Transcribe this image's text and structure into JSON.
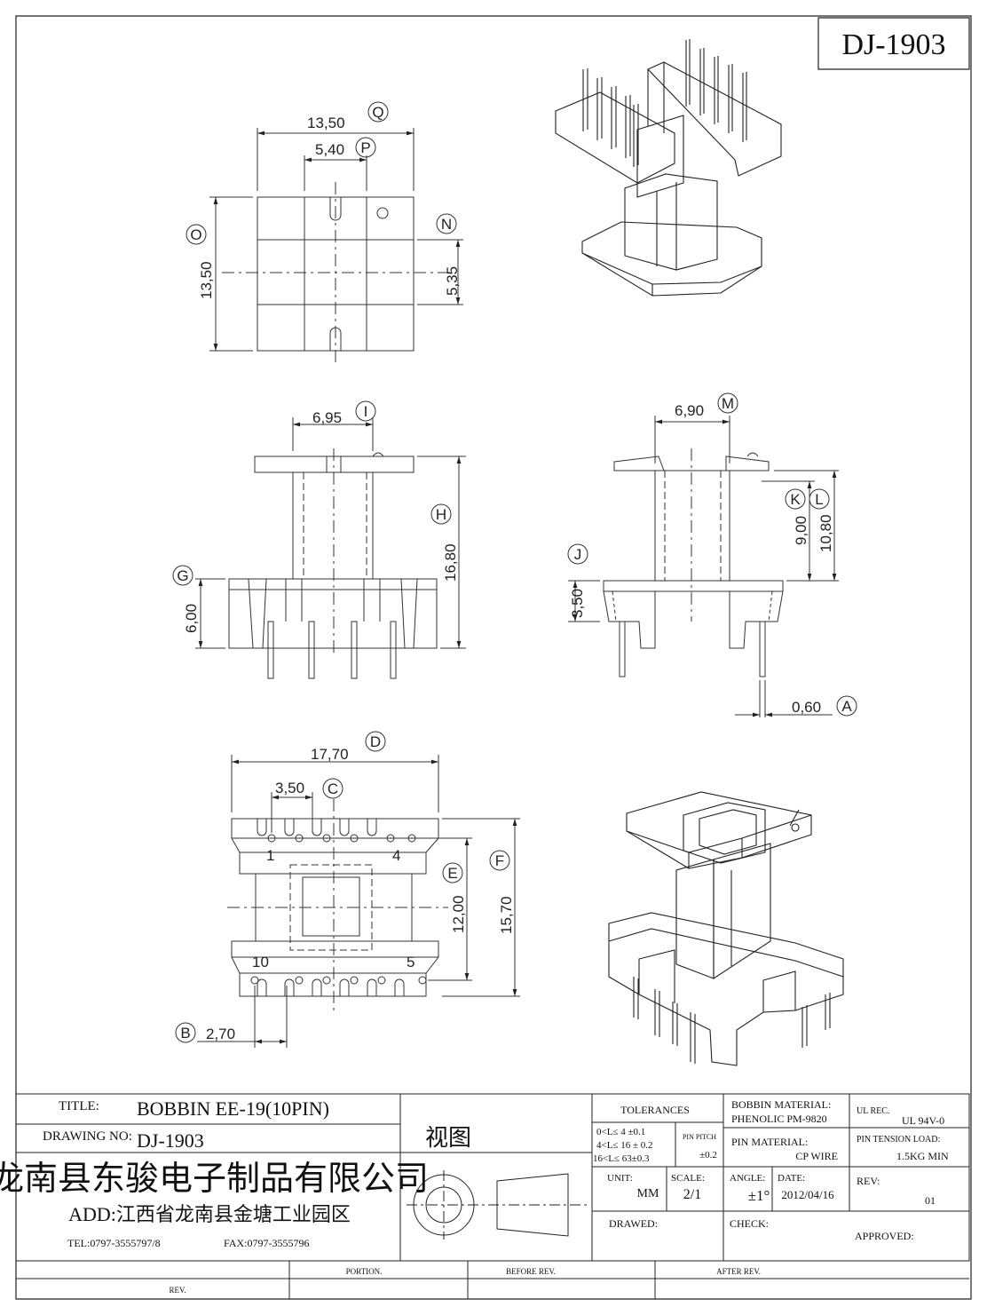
{
  "drawing_number_box": "DJ-1903",
  "views": {
    "top": {
      "dims": {
        "width": "13,50",
        "width_ref": "Q",
        "inner": "5,40",
        "inner_ref": "P",
        "height": "13,50",
        "height_ref": "O",
        "slot": "5,35",
        "slot_ref": "N"
      }
    },
    "front": {
      "dims": {
        "core": "6,95",
        "core_ref": "I",
        "height": "16,80",
        "height_ref": "H",
        "base": "6,00",
        "base_ref": "G"
      }
    },
    "side": {
      "dims": {
        "core": "6,90",
        "core_ref": "M",
        "k": "9,00",
        "k_ref": "K",
        "l": "10,80",
        "l_ref": "L",
        "j": "3,50",
        "j_ref": "J",
        "pin": "0,60",
        "pin_ref": "A"
      }
    },
    "bottom": {
      "dims": {
        "width": "17,70",
        "width_ref": "D",
        "pitch": "3,50",
        "pitch_ref": "C",
        "window": "12,00",
        "window_ref": "E",
        "overall": "15,70",
        "overall_ref": "F",
        "offset": "2,70",
        "offset_ref": "B"
      },
      "pin_labels": {
        "p1": "1",
        "p4": "4",
        "p10": "10",
        "p5": "5"
      }
    }
  },
  "title_block": {
    "title_label": "TITLE:",
    "title": "BOBBIN   EE-19(10PIN)",
    "drawing_no_label": "DRAWING NO:",
    "drawing_no": "DJ-1903",
    "company": "龙南县东骏电子制品有限公司",
    "address": "ADD:江西省龙南县金塘工业园区",
    "tel": "TEL:0797-3555797/8",
    "fax": "FAX:0797-3555796",
    "view_label": "视图",
    "tolerances_label": "TOLERANCES",
    "tol_1": "0<L≤ 4  ±0.1",
    "tol_2": "4<L≤ 16 ± 0.2",
    "tol_3": "16<L≤ 63±0.3",
    "pin_pitch_label": "PIN PITCH",
    "pin_pitch_value": "±0.2",
    "unit_label": "UNIT:",
    "unit": "MM",
    "scale_label": "SCALE:",
    "scale": "2/1",
    "angle_label": "ANGLE:",
    "angle": "±1°",
    "date_label": "DATE:",
    "date": "2012/04/16",
    "bobbin_material_label": "BOBBIN MATERIAL:",
    "bobbin_material": "PHENOLIC  PM-9820",
    "pin_material_label": "PIN MATERIAL:",
    "pin_material": "CP WIRE",
    "ul_rec_label": "UL REC.",
    "ul_rec": "UL  94V-0",
    "pin_tension_label": "PIN TENSION LOAD:",
    "pin_tension": "1.5KG MIN",
    "rev_label": "REV:",
    "rev": "01",
    "drawed_label": "DRAWED:",
    "check_label": "CHECK:",
    "approved_label": "APPROVED:",
    "rev_row": {
      "rev": "REV.",
      "portion": "PORTION.",
      "before": "BEFORE REV.",
      "after": "AFTER REV."
    }
  }
}
